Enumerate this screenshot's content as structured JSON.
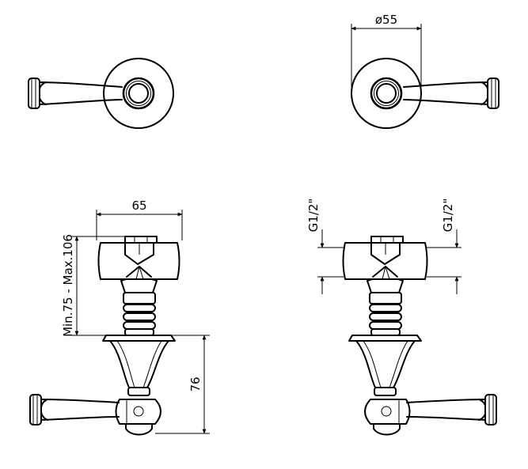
{
  "dimensions": {
    "diameter": "ø55",
    "width": "65",
    "depth_range": "Min.75 - Max.106",
    "height": "76",
    "thread_left": "G1/2\"",
    "thread_right": "G1/2\""
  }
}
